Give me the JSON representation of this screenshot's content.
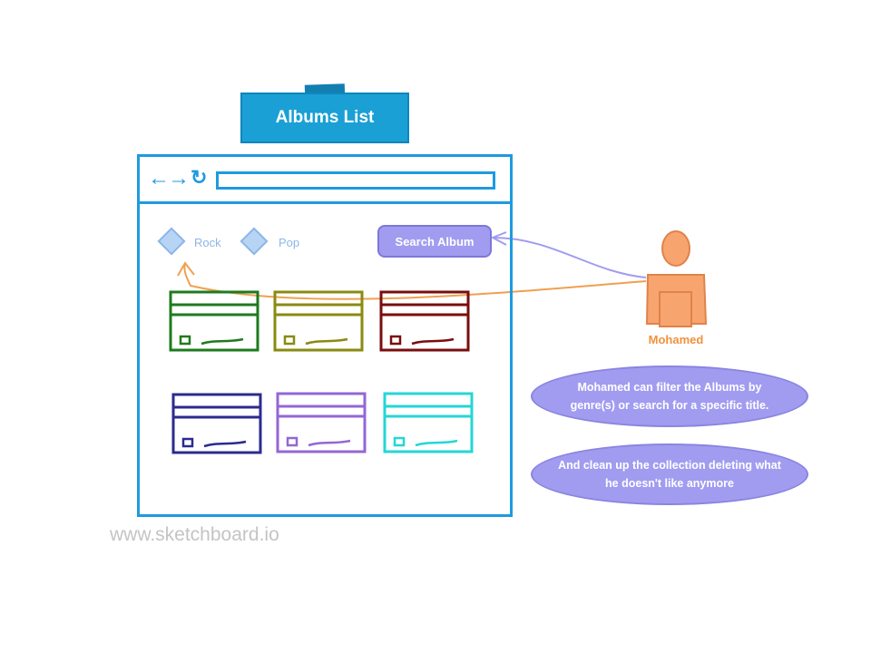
{
  "title": "Albums List",
  "filters": [
    {
      "label": "Rock"
    },
    {
      "label": "Pop"
    }
  ],
  "search_button": "Search Album",
  "actor": {
    "name": "Mohamed",
    "color": "#f0923d"
  },
  "notes": [
    "Mohamed can filter the Albums by genre(s) or search for a specific title.",
    "And clean up the collection deleting what he doesn't like anymore"
  ],
  "album_cards": [
    {
      "color": "#1e7a1e"
    },
    {
      "color": "#8a8a12"
    },
    {
      "color": "#7a0d0d"
    },
    {
      "color": "#2b2b8f"
    },
    {
      "color": "#9466d6"
    },
    {
      "color": "#25d6d6"
    }
  ],
  "accent": "#1e9ae0",
  "watermark": "www.sketchboard.io"
}
